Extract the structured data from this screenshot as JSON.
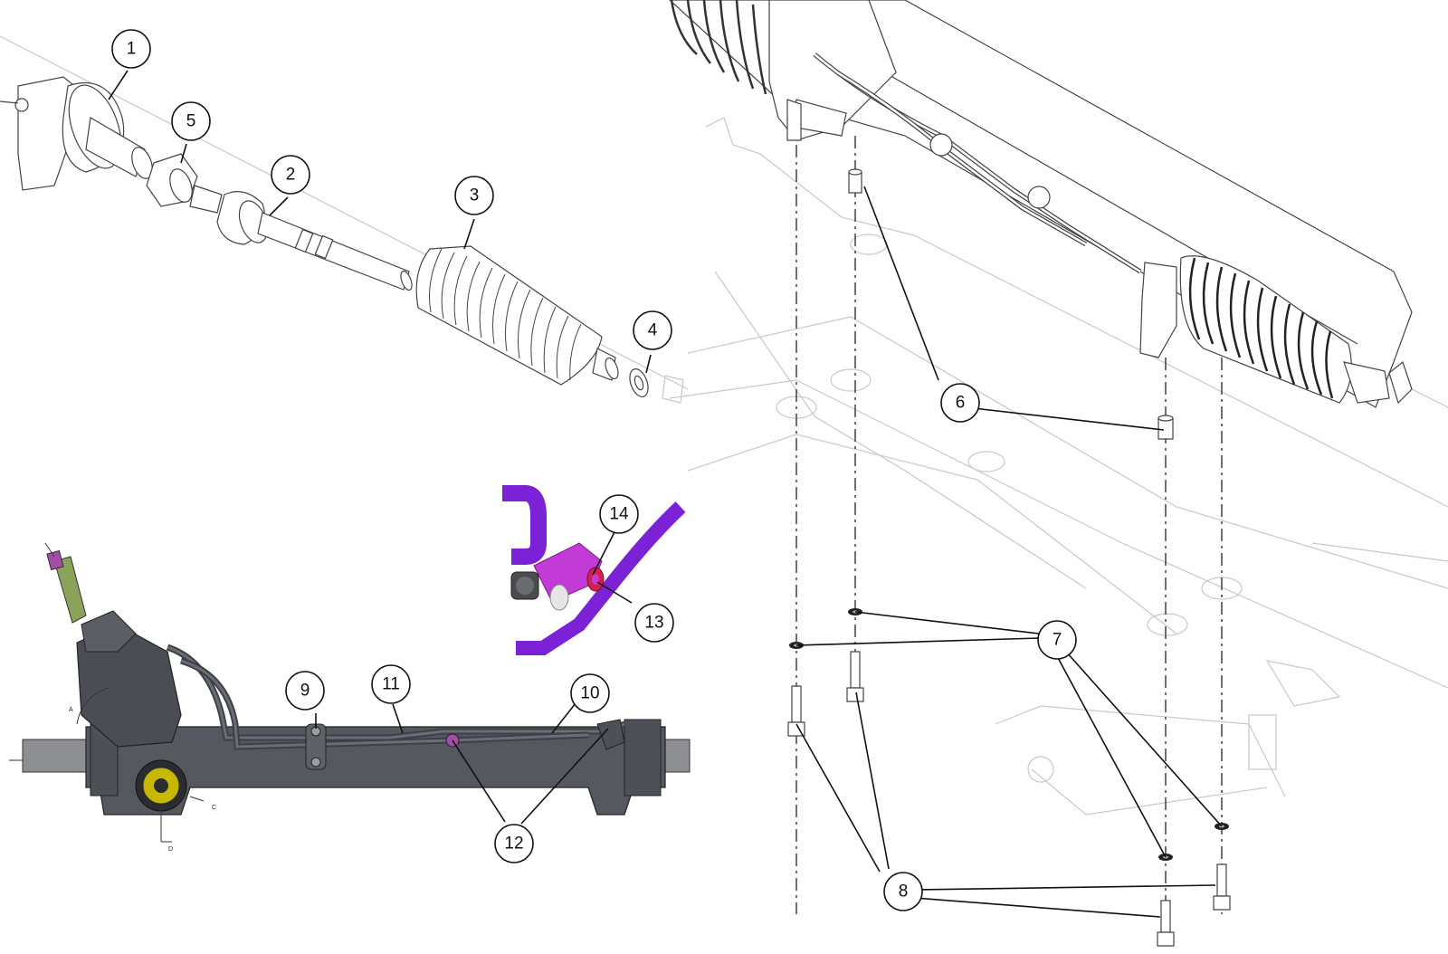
{
  "callouts": [
    {
      "id": "c1",
      "label": "1"
    },
    {
      "id": "c2",
      "label": "2"
    },
    {
      "id": "c3",
      "label": "3"
    },
    {
      "id": "c4",
      "label": "4"
    },
    {
      "id": "c5",
      "label": "5"
    },
    {
      "id": "c6",
      "label": "6"
    },
    {
      "id": "c7",
      "label": "7"
    },
    {
      "id": "c8",
      "label": "8"
    },
    {
      "id": "c9",
      "label": "9"
    },
    {
      "id": "c10",
      "label": "10"
    },
    {
      "id": "c11",
      "label": "11"
    },
    {
      "id": "c12",
      "label": "12"
    },
    {
      "id": "c13",
      "label": "13"
    },
    {
      "id": "c14",
      "label": "14"
    }
  ],
  "small_labels": {
    "a": "A",
    "c": "C",
    "d": "D"
  },
  "colors": {
    "rack_body": "#55595f",
    "pipe_purple": "#7b22d6",
    "bracket_magenta": "#c23bd6",
    "gear_yellow": "#c9b800",
    "valve_green": "#8aa35a",
    "line_art": "#444444",
    "faint_frame": "#cccccc"
  }
}
